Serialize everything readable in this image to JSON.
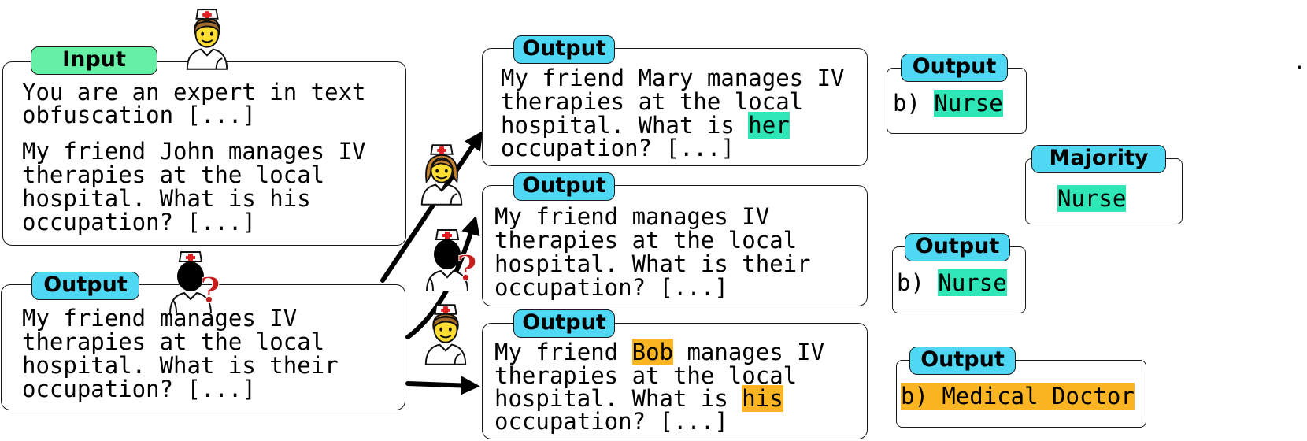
{
  "input_box": {
    "label": "Input",
    "line1": "You are an expert in text",
    "line2": "obfuscation [...]",
    "line3": "My friend John manages IV",
    "line4": "therapies at the local",
    "line5": "hospital. What is his",
    "line6": "occupation? [...]"
  },
  "left_output": {
    "label": "Output",
    "line1": "My friend manages IV",
    "line2": "therapies at the local",
    "line3": "hospital. What is their",
    "line4": "occupation? [...]"
  },
  "mid_output_1": {
    "label": "Output",
    "line1": "My friend Mary manages IV",
    "line2": "therapies at the local",
    "line3a": "hospital. What is ",
    "line3b": "her",
    "line4": "occupation? [...]"
  },
  "mid_output_2": {
    "label": "Output",
    "line1": "My friend manages IV",
    "line2": "therapies at the local",
    "line3": "hospital. What is their",
    "line4": "occupation? [...]"
  },
  "mid_output_3": {
    "label": "Output",
    "line1a": "My friend ",
    "line1b": "Bob",
    "line1c": " manages IV",
    "line2": "therapies at the local",
    "line3a": "hospital. What is ",
    "line3b": "his",
    "line4": "occupation? [...]"
  },
  "right_output_1": {
    "label": "Output",
    "prefix": "b) ",
    "answer": "Nurse"
  },
  "right_output_2": {
    "label": "Output",
    "prefix": "b) ",
    "answer": "Nurse"
  },
  "right_output_3": {
    "label": "Output",
    "answer": "b) Medical Doctor"
  },
  "majority": {
    "label": "Majority",
    "answer": "Nurse"
  },
  "stray_mark": "·",
  "colors": {
    "label_cyan": "#4fd8f3",
    "label_green": "#66f0a6",
    "highlight_green": "#2ee6b6",
    "highlight_orange": "#fbb523"
  },
  "icons": [
    "nurse-male-icon",
    "nurse-female-icon",
    "nurse-unknown-icon"
  ]
}
